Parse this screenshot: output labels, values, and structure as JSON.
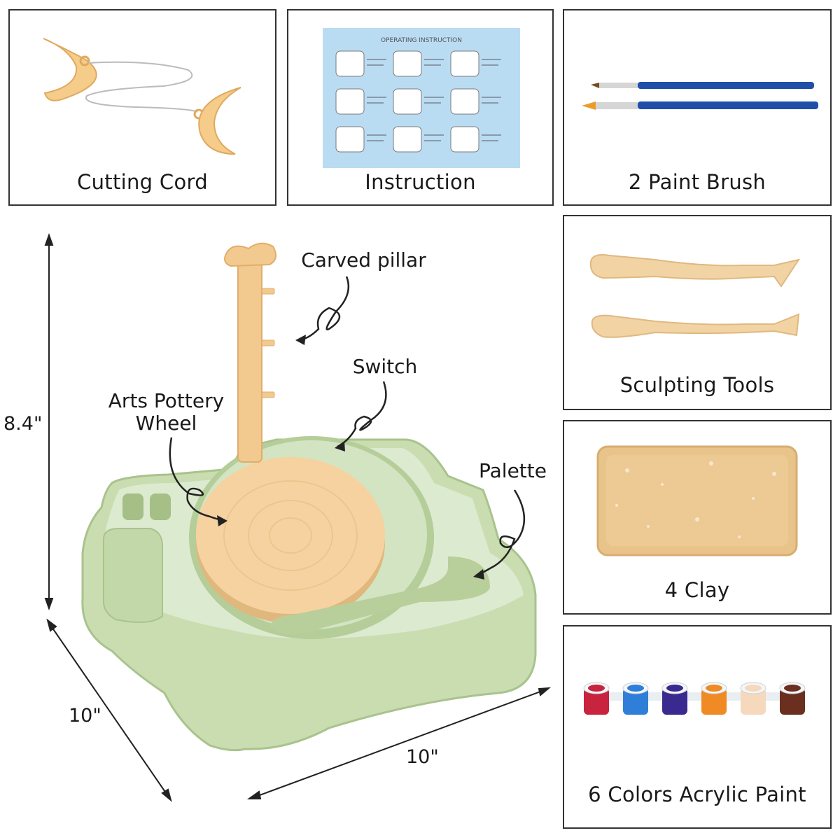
{
  "components": [
    {
      "label": "Cutting Cord",
      "icon": "cutting-cord-image"
    },
    {
      "label": "Instruction",
      "icon": "instruction-sheet-image",
      "sheet_title": "OPERATING INSTRUCTION"
    },
    {
      "label": "2 Paint Brush",
      "icon": "paint-brush-image"
    },
    {
      "label": "Sculpting Tools",
      "icon": "sculpting-tools-image"
    },
    {
      "label": "4 Clay",
      "icon": "clay-block-image"
    },
    {
      "label": "6 Colors Acrylic Paint",
      "icon": "paint-pots-image",
      "paint_colors": [
        "#c8233f",
        "#2f7fd8",
        "#3a2a8f",
        "#f08a24",
        "#f6d9bd",
        "#6b2f1f"
      ]
    }
  ],
  "main": {
    "callouts": {
      "pillar": "Carved pillar",
      "switch": "Switch",
      "wheel_line1": "Arts Pottery",
      "wheel_line2": "Wheel",
      "palette": "Palette"
    },
    "dimensions": {
      "height": "8.4\"",
      "depth": "10\"",
      "width": "10\""
    }
  },
  "colors": {
    "body_green": "#c7dcae",
    "body_green_dark": "#a9c38d",
    "tan": "#f5d3a0",
    "tan_dark": "#e6b77a",
    "border": "#333333"
  }
}
